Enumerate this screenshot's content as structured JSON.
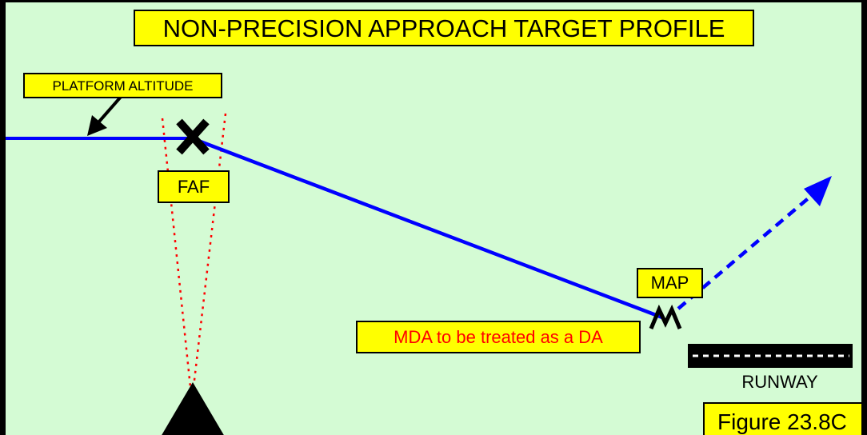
{
  "title": "NON-PRECISION APPROACH TARGET PROFILE",
  "labels": {
    "platform_altitude": "PLATFORM ALTITUDE",
    "faf": "FAF",
    "map": "MAP",
    "mda_note": "MDA to be treated as a DA",
    "runway": "RUNWAY",
    "figure": "Figure 23.8C"
  },
  "colors": {
    "background": "#d4fbd4",
    "label_fill": "#ffff00",
    "flight_path": "#0000ff",
    "beam": "#ff0000",
    "note_text": "#ff0000",
    "outline": "#000000"
  },
  "icons": {
    "faf_marker": "cross-icon",
    "map_marker": "m-icon",
    "navaid": "triangle-icon",
    "missed_approach": "arrow-icon"
  }
}
